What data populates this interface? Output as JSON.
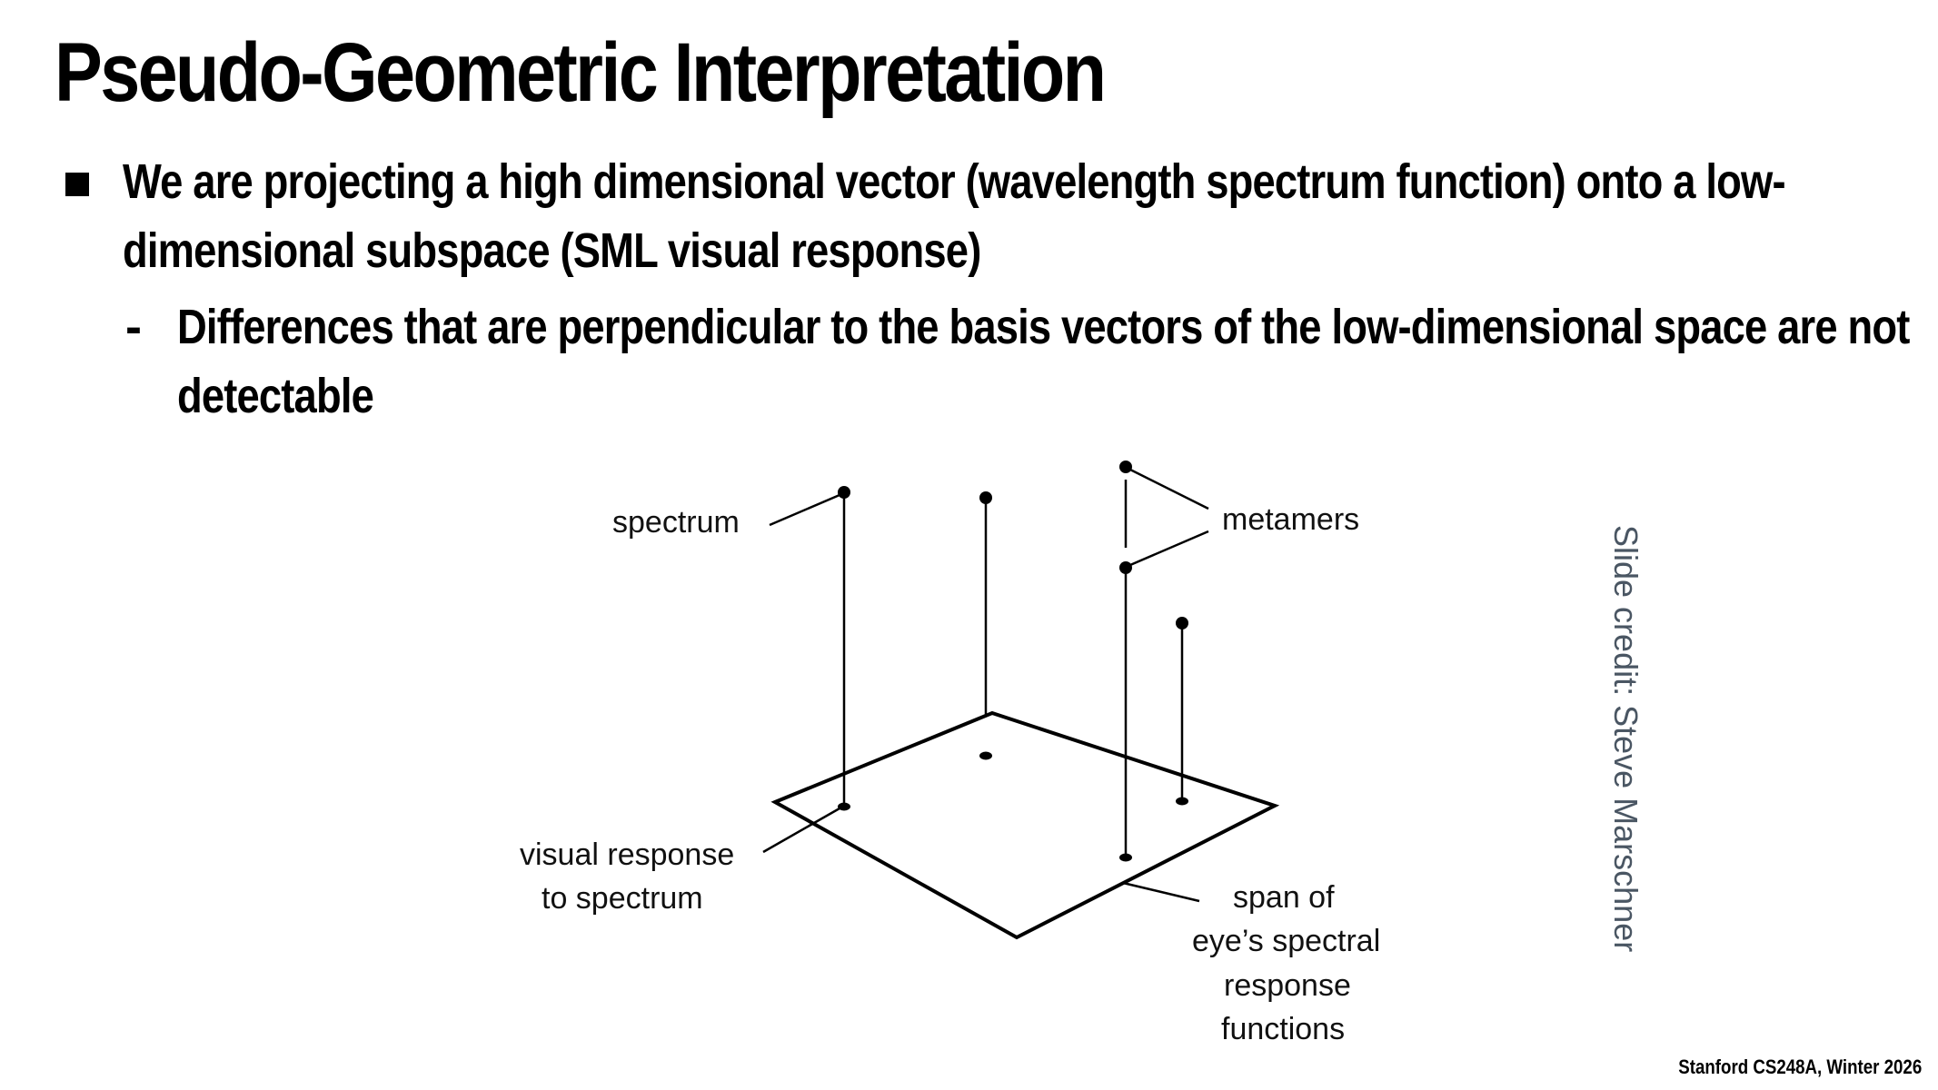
{
  "slide": {
    "title": "Pseudo-Geometric Interpretation",
    "bullet": "We are projecting a high dimensional vector (wavelength spectrum function) onto a low-dimensional subspace (SML visual response)",
    "sub_bullet": "Differences that are perpendicular to the basis vectors of the low-dimensional space are not detectable",
    "sub_bullet_marker": "-",
    "credit": "Slide credit: Steve Marschner",
    "footer": "Stanford CS248A, Winter 2026"
  },
  "diagram": {
    "labels": {
      "spectrum": "spectrum",
      "metamers": "metamers",
      "visual_response_line1": "visual response",
      "visual_response_line2": "to spectrum",
      "span_line1": "span of",
      "span_line2": "eye’s spectral",
      "span_line3": "response",
      "span_line4": "functions"
    }
  }
}
